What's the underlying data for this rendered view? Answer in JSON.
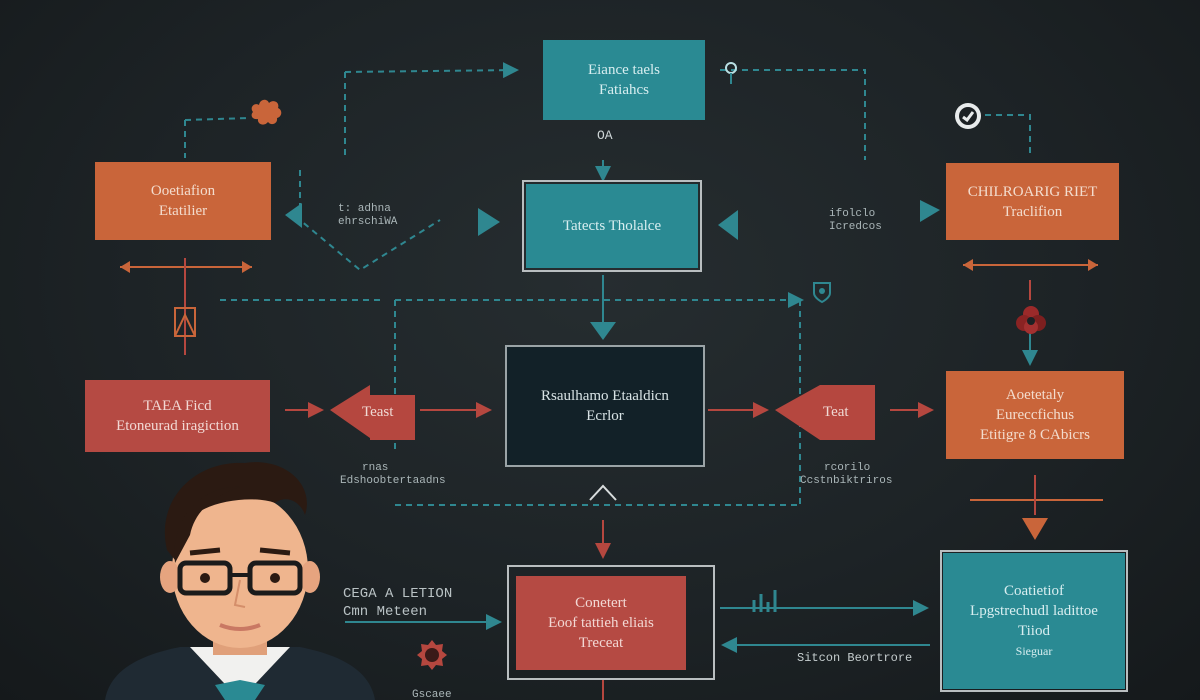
{
  "boxes": {
    "top": [
      "Eiance taels",
      "Fatiahcs"
    ],
    "center": "Tatects Tholalce",
    "left_top": [
      "Ooetiafion",
      "Etatilier"
    ],
    "right_top": [
      "CHILROARIG RIET",
      "Traclifion"
    ],
    "left_mid": [
      "TAEA Ficd",
      "Etoneurad iragiction"
    ],
    "core": [
      "Rsaulhamo Etaaldicn",
      "Ecrlor"
    ],
    "right_mid": [
      "Aoetetaly",
      "Eureccfichus",
      "Etitigre 8 CAbicrs"
    ],
    "bottom": [
      "Conetert",
      "Eoof tattieh eliais",
      "Treceat"
    ],
    "bottom_right": [
      "Coatietiof",
      "Lpgstrechudl ladittoe",
      "Tiiod",
      "Sieguar"
    ]
  },
  "arrows": {
    "left_tag": "Teast",
    "right_tag": "Teat"
  },
  "labels": {
    "top_small": "OA",
    "left_upper": [
      "t: adhna",
      "ehrschiWA"
    ],
    "right_upper": [
      "ifolclo",
      "Icredcos"
    ],
    "left_lower": [
      "rnas",
      "Edshoobtertaadns"
    ],
    "right_lower": [
      "rcorilo",
      "Ccstnbiktriros"
    ],
    "left_bottom": [
      "CEGA A LETION",
      "Cmn Meteen"
    ],
    "right_bottom": "Sitcon Beortrore",
    "bottom_edge": "Gscaee"
  },
  "colors": {
    "orange": "#c9653a",
    "teal": "#2a8a93",
    "red": "#b54a43",
    "dark_box": "#122128",
    "wire_teal": "#2f8790",
    "wire_red": "#b5473f",
    "background": "#1c2124"
  },
  "icons": [
    "splat-icon",
    "badge-icon",
    "ring-icon",
    "flower-icon",
    "stamp-icon",
    "vial-icon",
    "shield-icon",
    "person-illustration"
  ]
}
